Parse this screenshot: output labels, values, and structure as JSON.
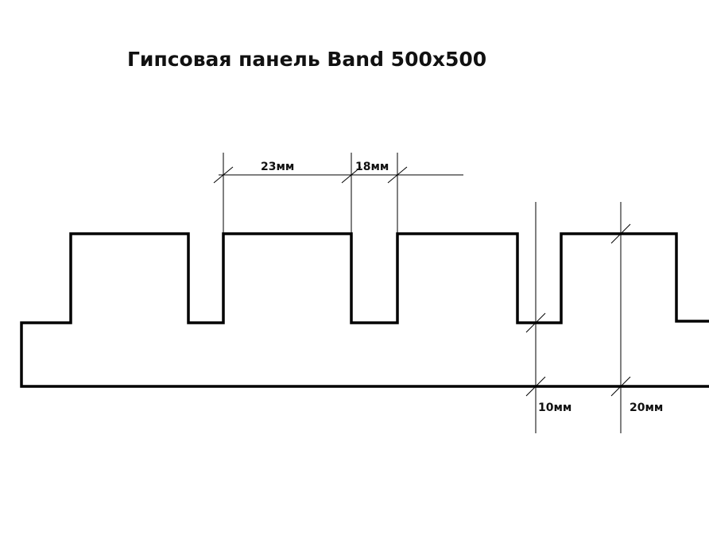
{
  "title": "Гипсовая панель Band 500x500",
  "dimensions": {
    "rib_width": "23мм",
    "groove_width": "18мм",
    "groove_depth": "10мм",
    "base_thickness": "20мм"
  },
  "colors": {
    "line": "#000000",
    "text": "#111111",
    "background": "#ffffff"
  }
}
